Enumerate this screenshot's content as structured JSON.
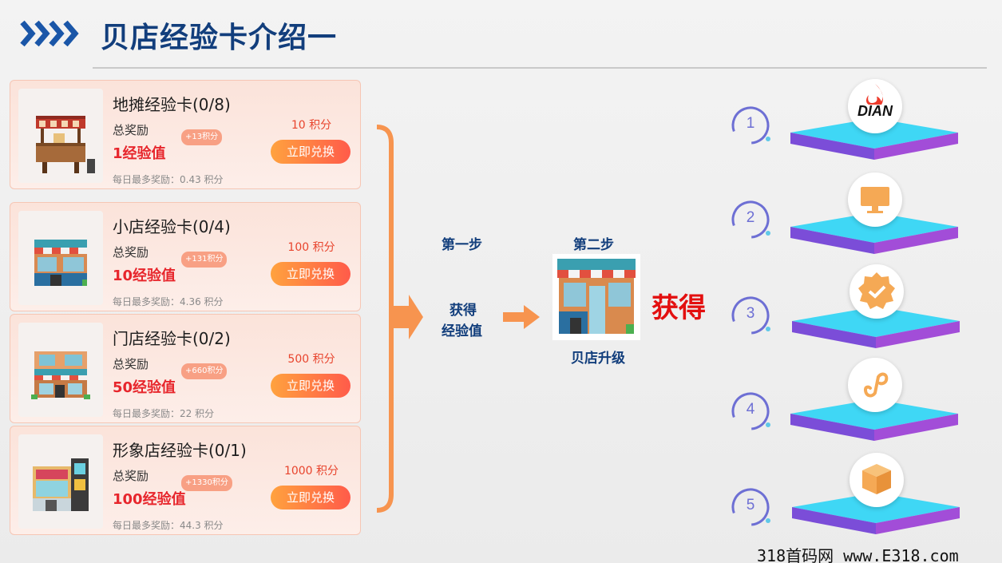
{
  "header": {
    "title": "贝店经验卡介绍一"
  },
  "cards": [
    {
      "title": "地摊经验卡(0/8)",
      "reward_label": "总奖励",
      "reward_value": "1经验值",
      "points_badge": "+13积分",
      "cost": "10 积分",
      "button": "立即兑换",
      "daily": "每日最多奖励：0.43 积分"
    },
    {
      "title": "小店经验卡(0/4)",
      "reward_label": "总奖励",
      "reward_value": "10经验值",
      "points_badge": "+131积分",
      "cost": "100 积分",
      "button": "立即兑换",
      "daily": "每日最多奖励：4.36 积分"
    },
    {
      "title": "门店经验卡(0/2)",
      "reward_label": "总奖励",
      "reward_value": "50经验值",
      "points_badge": "+660积分",
      "cost": "500 积分",
      "button": "立即兑换",
      "daily": "每日最多奖励：22 积分"
    },
    {
      "title": "形象店经验卡(0/1)",
      "reward_label": "总奖励",
      "reward_value": "100经验值",
      "points_badge": "+1330积分",
      "cost": "1000 积分",
      "button": "立即兑换",
      "daily": "每日最多奖励：44.3 积分"
    }
  ],
  "flow": {
    "step1": "第一步",
    "step1_action_line1": "获得",
    "step1_action_line2": "经验值",
    "step2": "第二步",
    "step2_caption": "贝店升级",
    "obtain": "获得"
  },
  "levels": [
    {
      "number": "1",
      "icon": "flame-icon",
      "icon_text": "DIAN"
    },
    {
      "number": "2",
      "icon": "monitor-icon"
    },
    {
      "number": "3",
      "icon": "verified-badge-icon"
    },
    {
      "number": "4",
      "icon": "mini-program-icon"
    },
    {
      "number": "5",
      "icon": "box-icon"
    }
  ],
  "watermark": "318首码网 www.E318.com",
  "colors": {
    "title_blue": "#123e7c",
    "reward_red": "#e7262c",
    "obtain_red": "#e30f0f",
    "bracket_orange": "#f7944f",
    "button_orange": "#ffa23e"
  }
}
